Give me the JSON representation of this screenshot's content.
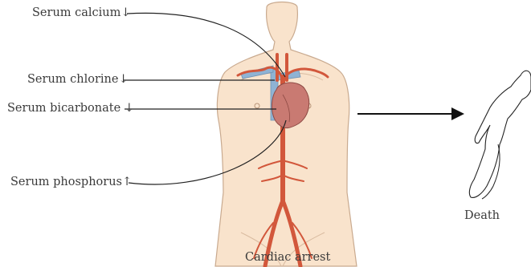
{
  "labels": {
    "calcium": "Serum calcium",
    "chlorine": "Serum chlorine",
    "bicarbonate": "Serum bicarbonate",
    "phosphorus": "Serum phosphorus"
  },
  "arrows": {
    "calcium": "↓",
    "chlorine": "↓",
    "bicarbonate": "↓",
    "phosphorus": "↑"
  },
  "captions": {
    "body": "Cardiac arrest",
    "outcome": "Death"
  },
  "colors": {
    "skin": "#f9e3cc",
    "skin_outline": "#c9aa8f",
    "artery": "#d2573b",
    "vein": "#8fb3d4",
    "heart": "#c97a72",
    "line": "#222222"
  }
}
